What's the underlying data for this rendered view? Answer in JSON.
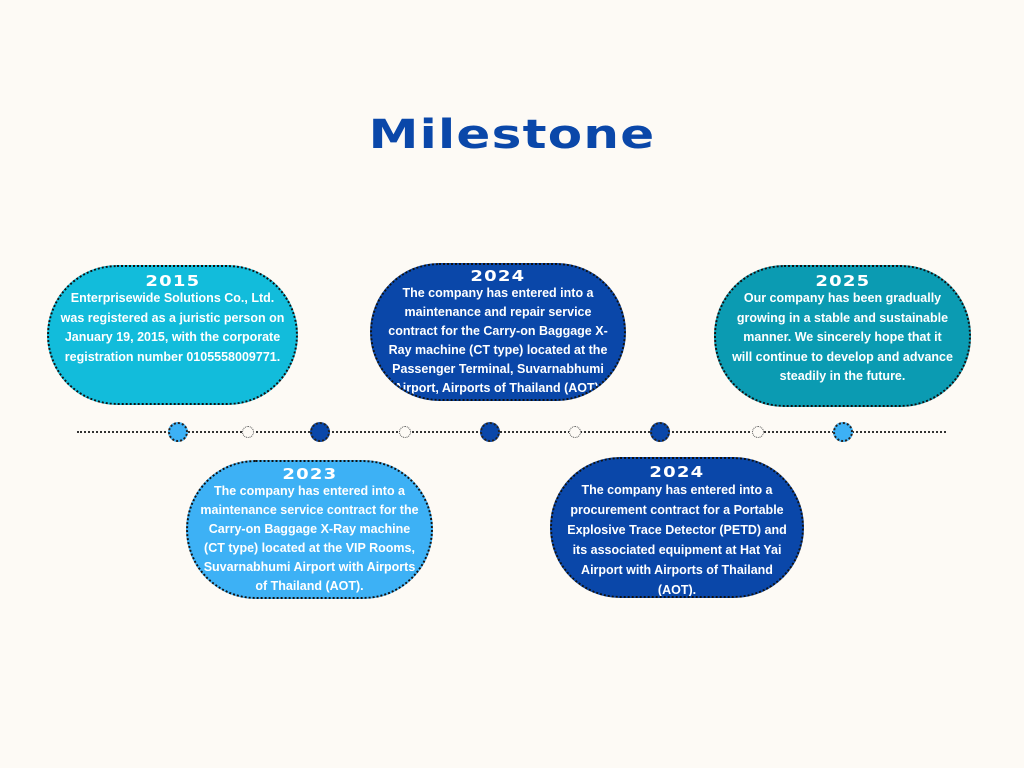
{
  "title": "Milestone",
  "colors": {
    "title": "#0a47a9",
    "cyan": "#12bcdb",
    "light_blue": "#3db1f5",
    "dark_blue": "#0a47a9",
    "teal": "#0b9bb2"
  },
  "milestones": [
    {
      "year": "2015",
      "text": "Enterprisewide Solutions Co., Ltd. was registered as a juristic person on January 19, 2015, with the corporate registration number 0105558009771."
    },
    {
      "year": "2023",
      "text": "The company has entered into a maintenance service contract for the Carry-on Baggage X-Ray machine (CT type) located at the VIP Rooms, Suvarnabhumi Airport with Airports of Thailand (AOT)."
    },
    {
      "year": "2024",
      "text": "The company has entered into a maintenance and repair service contract for the Carry-on Baggage X-Ray machine (CT type) located at the Passenger Terminal, Suvarnabhumi Airport, Airports of Thailand (AOT)."
    },
    {
      "year": "2024",
      "text": "The company has entered into a procurement contract for a Portable Explosive Trace Detector (PETD) and its associated equipment at Hat Yai Airport with Airports of Thailand (AOT)."
    },
    {
      "year": "2025",
      "text": "Our company has been gradually growing in a stable and sustainable manner. We sincerely hope that it will continue to develop and advance steadily in the future."
    }
  ]
}
